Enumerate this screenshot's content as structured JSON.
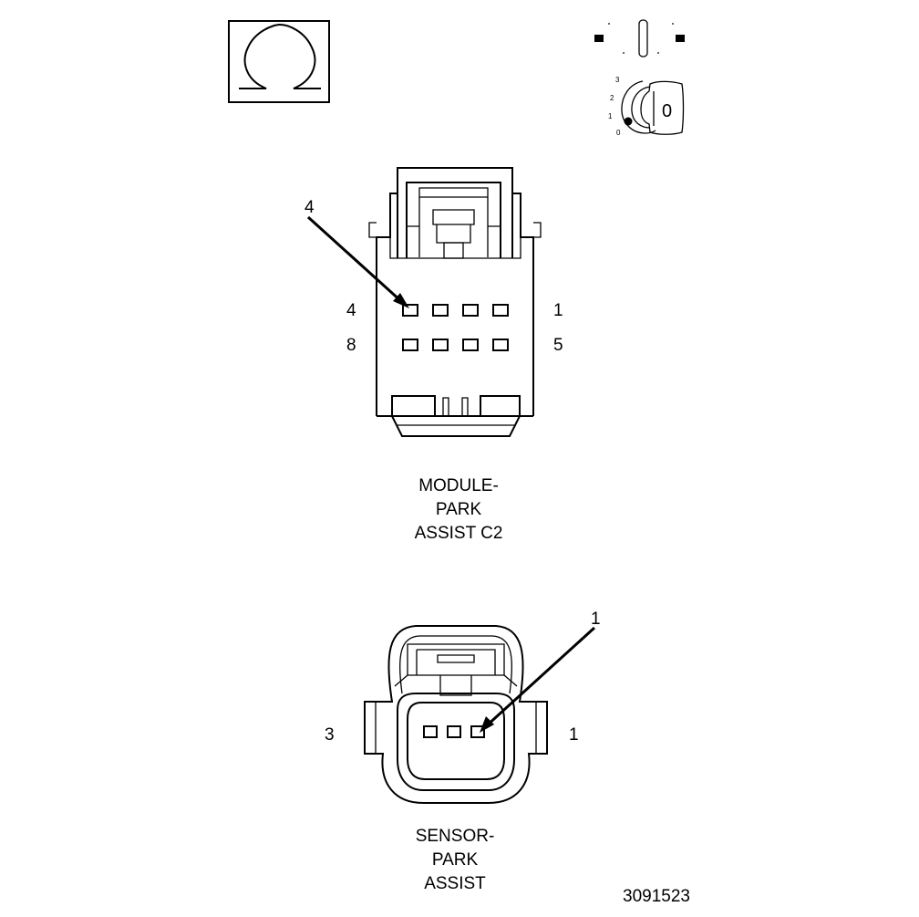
{
  "ohmmeter_icon": "ohm-symbol-icon",
  "ignition_icon": "ignition-key-icon",
  "ignition": {
    "positions": [
      "3",
      "2",
      "1",
      "0"
    ],
    "key_label": "0"
  },
  "module_connector": {
    "arrow_label": "4",
    "pin_labels": {
      "top_left": "4",
      "top_right": "1",
      "bottom_left": "8",
      "bottom_right": "5"
    },
    "caption": [
      "MODULE-",
      "PARK",
      "ASSIST C2"
    ]
  },
  "sensor_connector": {
    "arrow_label": "1",
    "pin_labels": {
      "left": "3",
      "right": "1"
    },
    "caption": [
      "SENSOR-",
      "PARK",
      "ASSIST"
    ]
  },
  "figure_number": "3091523"
}
